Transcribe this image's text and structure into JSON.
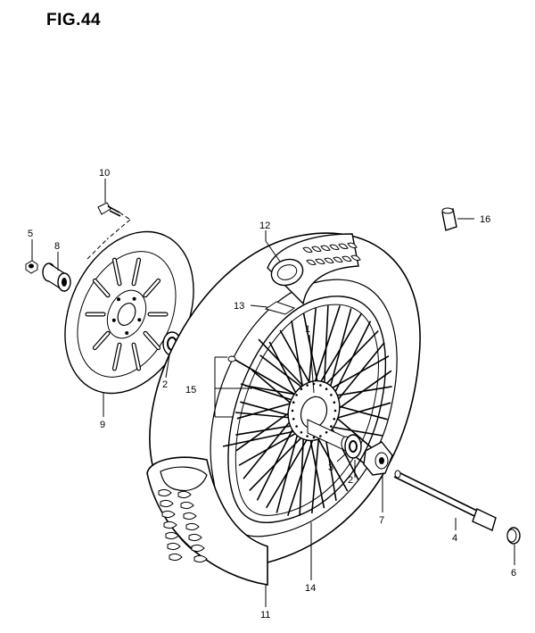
{
  "figure": {
    "title": "FIG.44"
  },
  "callouts": [
    {
      "id": "1",
      "label": "1"
    },
    {
      "id": "2a",
      "label": "2"
    },
    {
      "id": "2b",
      "label": "2"
    },
    {
      "id": "3",
      "label": "3"
    },
    {
      "id": "4",
      "label": "4"
    },
    {
      "id": "5",
      "label": "5"
    },
    {
      "id": "6",
      "label": "6"
    },
    {
      "id": "7",
      "label": "7"
    },
    {
      "id": "8",
      "label": "8"
    },
    {
      "id": "9",
      "label": "9"
    },
    {
      "id": "10",
      "label": "10"
    },
    {
      "id": "11",
      "label": "11"
    },
    {
      "id": "12",
      "label": "12"
    },
    {
      "id": "13",
      "label": "13"
    },
    {
      "id": "14",
      "label": "14"
    },
    {
      "id": "15",
      "label": "15"
    },
    {
      "id": "16",
      "label": "16"
    }
  ]
}
